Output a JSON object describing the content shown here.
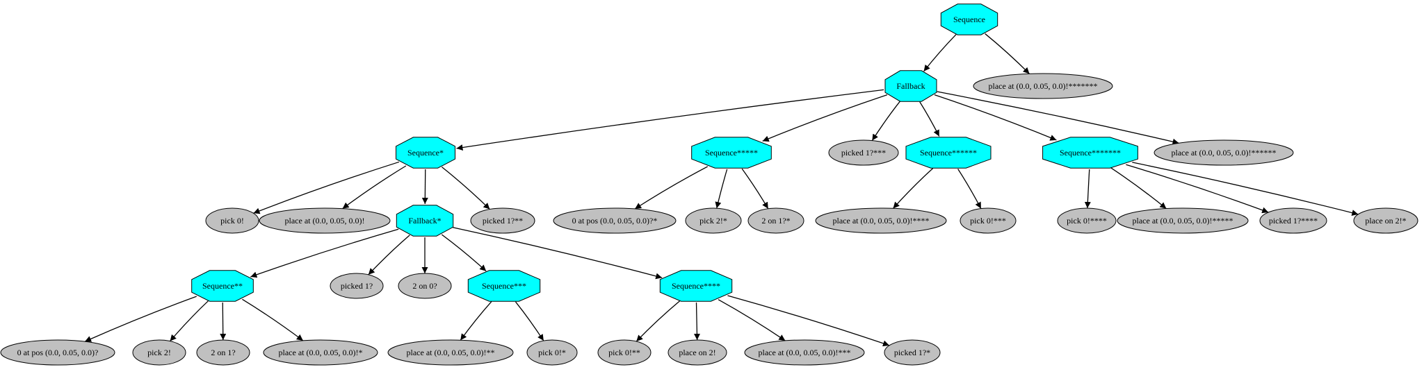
{
  "colors": {
    "control": "#00ffff",
    "action": "#c0c0c0",
    "edge": "#000000"
  },
  "nodes": [
    {
      "id": "n1",
      "label": "Sequence",
      "kind": "control"
    },
    {
      "id": "n2",
      "label": "Fallback",
      "kind": "control"
    },
    {
      "id": "n3",
      "label": "place at (0.0, 0.05, 0.0)!*******",
      "kind": "action"
    },
    {
      "id": "n4",
      "label": "Sequence*",
      "kind": "control"
    },
    {
      "id": "n5",
      "label": "Sequence*****",
      "kind": "control"
    },
    {
      "id": "n6",
      "label": "picked 1?***",
      "kind": "action"
    },
    {
      "id": "n7",
      "label": "Sequence******",
      "kind": "control"
    },
    {
      "id": "n8",
      "label": "Sequence*******",
      "kind": "control"
    },
    {
      "id": "n9",
      "label": "place at (0.0, 0.05, 0.0)!******",
      "kind": "action"
    },
    {
      "id": "n10",
      "label": "pick 0!",
      "kind": "action"
    },
    {
      "id": "n11",
      "label": "place at (0.0, 0.05, 0.0)!",
      "kind": "action"
    },
    {
      "id": "n12",
      "label": "Fallback*",
      "kind": "control"
    },
    {
      "id": "n13",
      "label": "picked 1?**",
      "kind": "action"
    },
    {
      "id": "n14",
      "label": "0 at pos (0.0, 0.05, 0.0)?*",
      "kind": "action"
    },
    {
      "id": "n15",
      "label": "pick 2!*",
      "kind": "action"
    },
    {
      "id": "n16",
      "label": "2 on 1?*",
      "kind": "action"
    },
    {
      "id": "n17",
      "label": "place at (0.0, 0.05, 0.0)!****",
      "kind": "action"
    },
    {
      "id": "n18",
      "label": "pick 0!***",
      "kind": "action"
    },
    {
      "id": "n19",
      "label": "pick 0!****",
      "kind": "action"
    },
    {
      "id": "n20",
      "label": "place at (0.0, 0.05, 0.0)!*****",
      "kind": "action"
    },
    {
      "id": "n21",
      "label": "picked 1?****",
      "kind": "action"
    },
    {
      "id": "n22",
      "label": "place on 2!*",
      "kind": "action"
    },
    {
      "id": "n23",
      "label": "Sequence**",
      "kind": "control"
    },
    {
      "id": "n24",
      "label": "picked 1?",
      "kind": "action"
    },
    {
      "id": "n25",
      "label": "2 on 0?",
      "kind": "action"
    },
    {
      "id": "n26",
      "label": "Sequence***",
      "kind": "control"
    },
    {
      "id": "n27",
      "label": "Sequence****",
      "kind": "control"
    },
    {
      "id": "n28",
      "label": "0 at pos (0.0, 0.05, 0.0)?",
      "kind": "action"
    },
    {
      "id": "n29",
      "label": "pick 2!",
      "kind": "action"
    },
    {
      "id": "n30",
      "label": "2 on 1?",
      "kind": "action"
    },
    {
      "id": "n31",
      "label": "place at (0.0, 0.05, 0.0)!*",
      "kind": "action"
    },
    {
      "id": "n32",
      "label": "place at (0.0, 0.05, 0.0)!**",
      "kind": "action"
    },
    {
      "id": "n33",
      "label": "pick 0!*",
      "kind": "action"
    },
    {
      "id": "n34",
      "label": "pick 0!**",
      "kind": "action"
    },
    {
      "id": "n35",
      "label": "place on 2!",
      "kind": "action"
    },
    {
      "id": "n36",
      "label": "place at (0.0, 0.05, 0.0)!***",
      "kind": "action"
    },
    {
      "id": "n37",
      "label": "picked 1?*",
      "kind": "action"
    }
  ],
  "edges": [
    [
      "n1",
      "n2"
    ],
    [
      "n1",
      "n3"
    ],
    [
      "n2",
      "n4"
    ],
    [
      "n2",
      "n5"
    ],
    [
      "n2",
      "n6"
    ],
    [
      "n2",
      "n7"
    ],
    [
      "n2",
      "n8"
    ],
    [
      "n2",
      "n9"
    ],
    [
      "n4",
      "n10"
    ],
    [
      "n4",
      "n11"
    ],
    [
      "n4",
      "n12"
    ],
    [
      "n4",
      "n13"
    ],
    [
      "n5",
      "n14"
    ],
    [
      "n5",
      "n15"
    ],
    [
      "n5",
      "n16"
    ],
    [
      "n7",
      "n17"
    ],
    [
      "n7",
      "n18"
    ],
    [
      "n8",
      "n19"
    ],
    [
      "n8",
      "n20"
    ],
    [
      "n8",
      "n21"
    ],
    [
      "n8",
      "n22"
    ],
    [
      "n12",
      "n23"
    ],
    [
      "n12",
      "n24"
    ],
    [
      "n12",
      "n25"
    ],
    [
      "n12",
      "n26"
    ],
    [
      "n12",
      "n27"
    ],
    [
      "n23",
      "n28"
    ],
    [
      "n23",
      "n29"
    ],
    [
      "n23",
      "n30"
    ],
    [
      "n23",
      "n31"
    ],
    [
      "n26",
      "n32"
    ],
    [
      "n26",
      "n33"
    ],
    [
      "n27",
      "n34"
    ],
    [
      "n27",
      "n35"
    ],
    [
      "n27",
      "n36"
    ],
    [
      "n27",
      "n37"
    ]
  ]
}
